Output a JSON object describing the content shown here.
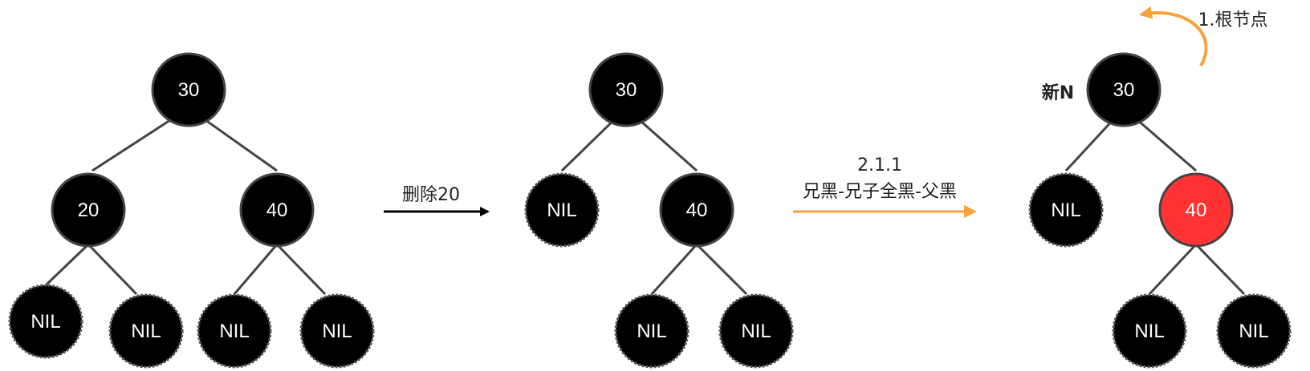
{
  "colors": {
    "black_node": "#000000",
    "red_node": "#ff3333",
    "edge": "#444444",
    "arrow_black": "#000000",
    "arrow_orange": "#f7a23b"
  },
  "trees": [
    {
      "name": "before-delete",
      "nodes": [
        {
          "id": "n30",
          "label": "30",
          "color": "black"
        },
        {
          "id": "n20",
          "label": "20",
          "color": "black"
        },
        {
          "id": "n40",
          "label": "40",
          "color": "black"
        },
        {
          "id": "nil1",
          "label": "NIL",
          "color": "black",
          "nil": true
        },
        {
          "id": "nil2",
          "label": "NIL",
          "color": "black",
          "nil": true
        },
        {
          "id": "nil3",
          "label": "NIL",
          "color": "black",
          "nil": true
        },
        {
          "id": "nil4",
          "label": "NIL",
          "color": "black",
          "nil": true
        }
      ]
    },
    {
      "name": "after-delete",
      "nodes": [
        {
          "id": "n30",
          "label": "30",
          "color": "black"
        },
        {
          "id": "nilL",
          "label": "NIL",
          "color": "black",
          "nil": true
        },
        {
          "id": "n40",
          "label": "40",
          "color": "black"
        },
        {
          "id": "nil3",
          "label": "NIL",
          "color": "black",
          "nil": true
        },
        {
          "id": "nil4",
          "label": "NIL",
          "color": "black",
          "nil": true
        }
      ]
    },
    {
      "name": "after-recolor",
      "nodes": [
        {
          "id": "n30",
          "label": "30",
          "color": "black"
        },
        {
          "id": "nilL",
          "label": "NIL",
          "color": "black",
          "nil": true
        },
        {
          "id": "n40",
          "label": "40",
          "color": "red"
        },
        {
          "id": "nil3",
          "label": "NIL",
          "color": "black",
          "nil": true
        },
        {
          "id": "nil4",
          "label": "NIL",
          "color": "black",
          "nil": true
        }
      ]
    }
  ],
  "steps": {
    "delete_label": "删除20",
    "case_number": "2.1.1",
    "case_label": "兄黑-兄子全黑-父黑",
    "new_n_label": "新N",
    "root_label": "1.根节点"
  }
}
